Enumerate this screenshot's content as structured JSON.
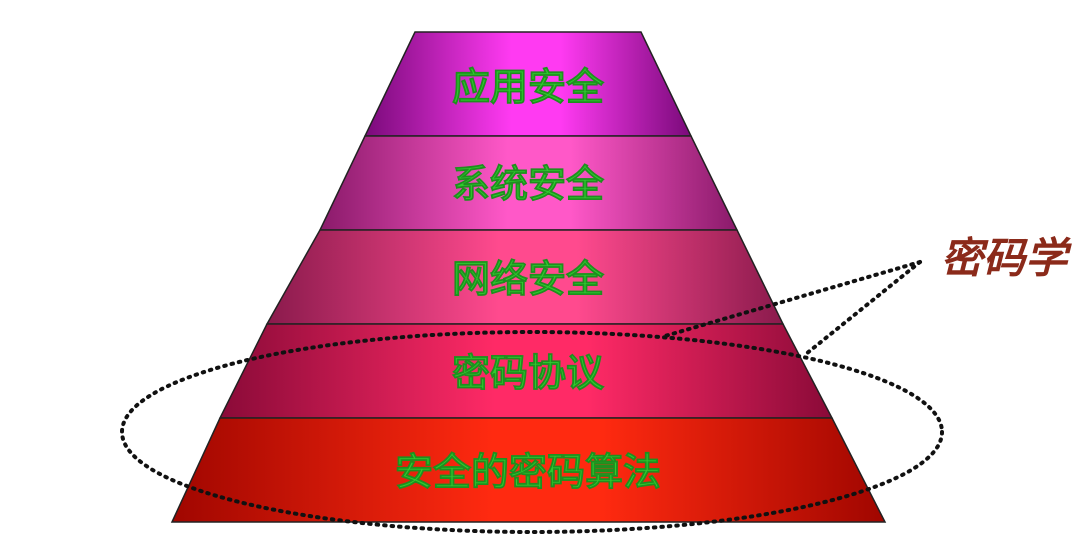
{
  "pyramid": {
    "layers": [
      {
        "label": "应用安全",
        "color_light": "#ff3af2",
        "color_dark": "#7a0a7a"
      },
      {
        "label": "系统安全",
        "color_light": "#ff58c8",
        "color_dark": "#8a1a6a"
      },
      {
        "label": "网络安全",
        "color_light": "#ff4a8e",
        "color_dark": "#8a1a4c"
      },
      {
        "label": "密码协议",
        "color_light": "#ff2a66",
        "color_dark": "#8a0a38"
      },
      {
        "label": "安全的密码算法",
        "color_light": "#ff2a10",
        "color_dark": "#a00600"
      }
    ]
  },
  "callout": {
    "label": "密码学",
    "color": "#8b2a1a"
  }
}
